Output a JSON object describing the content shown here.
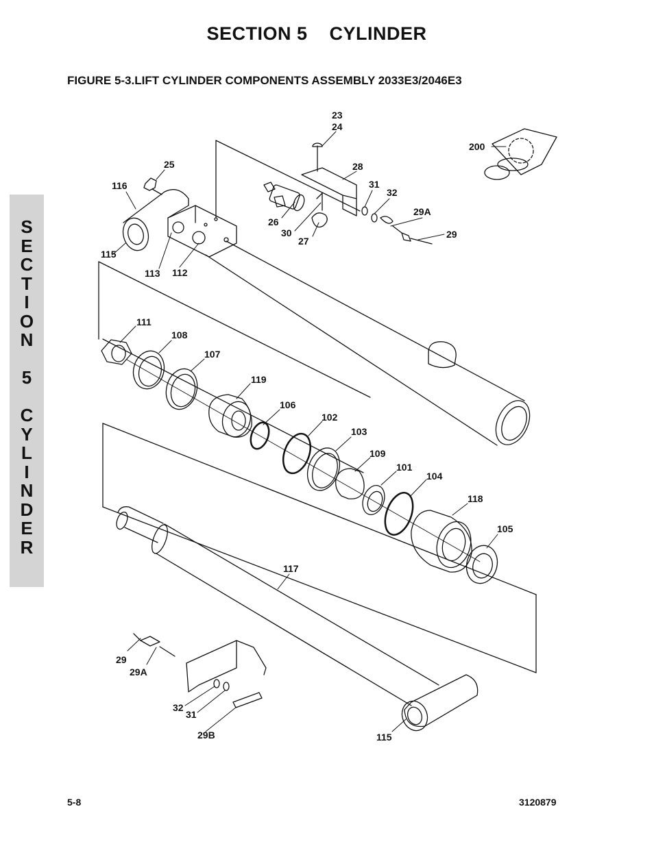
{
  "header": {
    "section_title": "SECTION 5    CYLINDER",
    "figure_title": "FIGURE 5-3.LIFT CYLINDER COMPONENTS ASSEMBLY 2033E3/2046E3"
  },
  "side_tab": {
    "text": "S\nE\nC\nT\nI\nO\nN\n\n5\n\nC\nY\nL\nI\nN\nD\nE\nR",
    "background": "#d4d4d4"
  },
  "callouts": {
    "c23": "23",
    "c24": "24",
    "c200": "200",
    "c25": "25",
    "c28": "28",
    "c116": "116",
    "c31a": "31",
    "c32a": "32",
    "c29a_top": "29A",
    "c26": "26",
    "c30": "30",
    "c27": "27",
    "c29_top": "29",
    "c115_top": "115",
    "c113": "113",
    "c112": "112",
    "c111": "111",
    "c108": "108",
    "c107": "107",
    "c119": "119",
    "c106": "106",
    "c102": "102",
    "c103": "103",
    "c109": "109",
    "c101": "101",
    "c104": "104",
    "c118": "118",
    "c105": "105",
    "c117": "117",
    "c29_bot": "29",
    "c29a_bot": "29A",
    "c32b": "32",
    "c31b": "31",
    "c29b": "29B",
    "c115_bot": "115"
  },
  "footer": {
    "page_number": "5-8",
    "doc_number": "3120879"
  }
}
